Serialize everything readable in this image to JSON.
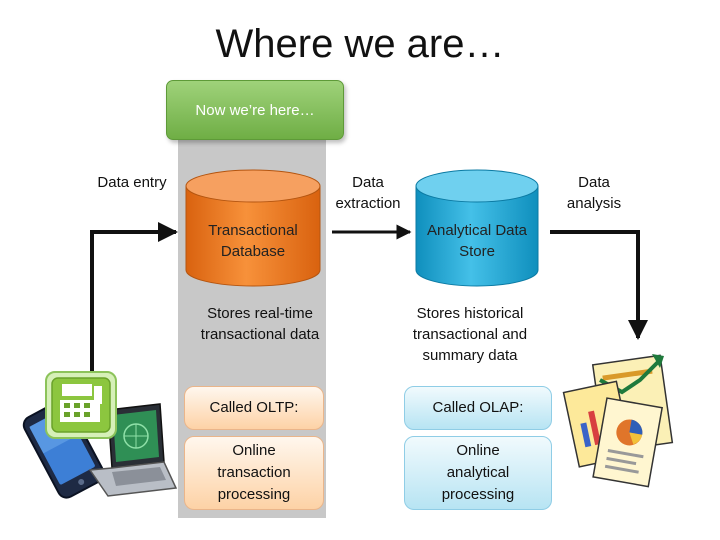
{
  "title": "Where we are…",
  "badge": "Now we’re here…",
  "labels": {
    "data_entry": "Data entry",
    "data_extraction": "Data extraction",
    "data_analysis": "Data analysis"
  },
  "transactional": {
    "name": "Transactional Database",
    "description": "Stores real-time transactional data",
    "called": "Called OLTP:",
    "expansion": "Online transaction processing"
  },
  "analytical": {
    "name": "Analytical Data Store",
    "description": "Stores historical transactional and summary data",
    "called": "Called OLAP:",
    "expansion": "Online analytical processing"
  },
  "colors": {
    "badge_green": "#7ab94f",
    "oltp_orange": "#f07b1e",
    "olap_cyan": "#1aa9d6",
    "gray_column": "#c8c8c8"
  },
  "icons": [
    "cash-register-icon",
    "smartphone-icon",
    "laptop-icon",
    "reports-icon"
  ]
}
